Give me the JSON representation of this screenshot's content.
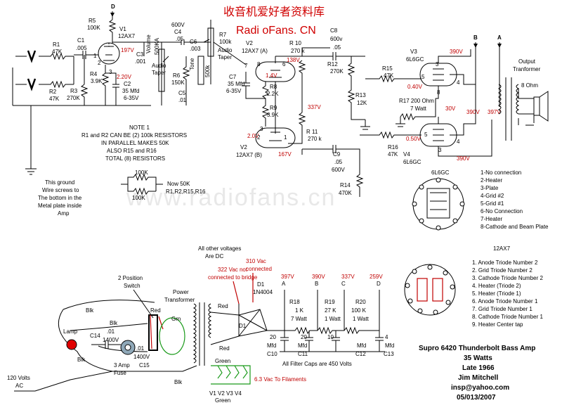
{
  "watermark": {
    "chinese": "收音机爱好者资料库",
    "site": "Radi oFans. CN",
    "url": "www.radiofans.cn"
  },
  "preamp": {
    "node_d": "D",
    "r5": [
      "R5",
      "100K"
    ],
    "v1": [
      "V1",
      "12AX7"
    ],
    "v1_voltage": "197V",
    "v1_pins": [
      "1",
      "2",
      "3"
    ],
    "c1": [
      "C1",
      ".005"
    ],
    "r1": [
      "R1",
      "47K"
    ],
    "r2": [
      "R2",
      "47K"
    ],
    "r3": [
      "R3",
      "270K"
    ],
    "r4": [
      "R4",
      "3.9K"
    ],
    "v1_cathode_v": "2.20V",
    "c2": [
      "C2",
      "35 Mfd",
      "6-35V"
    ],
    "c3": [
      "C3",
      ".001"
    ],
    "vol_pot": [
      "Volume",
      "500KA",
      "Audio",
      "Taper"
    ],
    "c4": [
      "600V",
      "C4",
      ".05"
    ],
    "r6": [
      "R6",
      "150K"
    ],
    "tone_pot": [
      "Tone",
      "500k"
    ],
    "c6": [
      "C6",
      ".003"
    ],
    "c5": [
      "C5",
      ".01"
    ],
    "r7": [
      "R7",
      "100k",
      "Audio",
      "Taper"
    ]
  },
  "phase_inverter": {
    "v2a": [
      "V2",
      "12AX7 (A)"
    ],
    "pins_a": [
      "7",
      "8",
      "6"
    ],
    "v2a_voltage": "1.4V",
    "v2a_plate_v": "138V",
    "c7": [
      "C7",
      "35 Mfd",
      "6-35V"
    ],
    "r8": [
      "R8",
      "2.2K"
    ],
    "r9": [
      "R9",
      "3.9K"
    ],
    "v2b_grid_v": "2.0V",
    "pins_b": [
      "3",
      "2",
      "1"
    ],
    "v2b": [
      "V2",
      "12AX7 (B)"
    ],
    "v2b_plate_v": "167V",
    "r10": [
      "R 10",
      "270 k"
    ],
    "node_337": "337V",
    "r11": [
      "R 11",
      "270 k"
    ],
    "c8": [
      "C8",
      "600v",
      ".05"
    ],
    "r12": [
      "R12",
      "270K"
    ],
    "r13": [
      "R13",
      "12K"
    ],
    "c9": [
      "C9",
      ".05",
      "600V"
    ],
    "r14": [
      "R14",
      "470K"
    ]
  },
  "output": {
    "node_b": "B",
    "node_a": "A",
    "v3": [
      "V3",
      "6L6GC"
    ],
    "v3_screen_v": "390V",
    "r15": [
      "R15",
      "47K"
    ],
    "v3_grid_v": "0.40V",
    "v3_pins": [
      "3",
      "5",
      "4",
      "8"
    ],
    "r17": [
      "R17 200 Ohm",
      "7 Watt"
    ],
    "cathode_v": "30V",
    "node_390": "390V",
    "node_397": "397V",
    "r16": [
      "R16",
      "47K"
    ],
    "v4_grid_v": "0.50V",
    "v4": [
      "V4",
      "6L6GC"
    ],
    "v4_pins": [
      "5",
      "3",
      "4"
    ],
    "v4_plate_v": "390V",
    "out_xfmr": [
      "Output",
      "Tranformer"
    ],
    "speaker": "8 Ohm"
  },
  "note": {
    "lines": [
      "NOTE 1",
      "R1 and R2   CAN BE (2) 100k RESISTORS",
      "IN PARALLEL MAKES 50K",
      "ALSO R15 and R16",
      "TOTAL (8) RESISTORS"
    ],
    "parallel_top": "100K",
    "parallel_bot": "100K",
    "now": "Now 50K",
    "list": "R1,R2,R15,R16"
  },
  "ground_note": [
    "This ground",
    "Wire screws to",
    "The bottom in the",
    "Metal plate inside",
    "Amp"
  ],
  "pinout_6l6": {
    "title": "6L6GC",
    "pins": [
      "1-No connection",
      "2-Heater",
      "3-Plate",
      "4-Grid #2",
      "5-Grid #1",
      "6-No Connection",
      "7-Heater",
      "8-Cathode and Beam Plate"
    ]
  },
  "pinout_12ax7": {
    "title": "12AX7",
    "pins": [
      "1. Anode Triode Number 2",
      "2. Grid Triode Number 2",
      "3. Cathode Triode Number 2",
      "4. Heater (Triode 2)",
      "5. Heater (Triode 1)",
      "6. Anode Triode Number 1",
      "7. Grid Triode Number 1",
      "8. Cathode Triode Number 1",
      "9. Heater Center tap"
    ]
  },
  "power_supply": {
    "dc_note": [
      "All other voltages",
      "Are DC"
    ],
    "vac322": [
      "322 Vac not",
      "connected to bridge"
    ],
    "vac310": [
      "310 Vac",
      "connected"
    ],
    "d1": [
      "D1",
      "1N4004"
    ],
    "d1_label": "D1",
    "red": "Red",
    "red2": "Red",
    "red3": "Red",
    "grn": "Grn",
    "power_xfmr": [
      "Power",
      "Transformer"
    ],
    "switch": [
      "2 Position",
      "Switch"
    ],
    "blk_labels": [
      "Blk",
      "Blk",
      "Blk",
      "Blk"
    ],
    "lamp": "Lamp",
    "c14": [
      "C14",
      ".01",
      "1400V"
    ],
    "c15": [
      ".01",
      "1400V",
      "C15"
    ],
    "fuse": [
      "3 Amp",
      "Fuse"
    ],
    "mains": [
      "120 Volts",
      "AC"
    ],
    "green": "Green",
    "green2": "Green",
    "filaments": "6.3 Vac To Filaments",
    "tubes": "V1 V2 V3 V4",
    "nodes": [
      "A",
      "B",
      "C",
      "D"
    ],
    "node_v": [
      "397V",
      "390V",
      "337V",
      "259V"
    ],
    "r18": [
      "R18",
      "1 K",
      "7 Watt"
    ],
    "r19": [
      "R19",
      "27 K",
      "1 Watt"
    ],
    "r20": [
      "R20",
      "100 K",
      "1 Watt"
    ],
    "caps": [
      [
        "20",
        "Mfd",
        "C10"
      ],
      [
        "20",
        "Mfd",
        "C11"
      ],
      [
        "10",
        "Mfd",
        "C12"
      ],
      [
        "4",
        "Mfd",
        "C13"
      ]
    ],
    "caps_note": "All Filter Caps are 450 Volts"
  },
  "title_block": [
    "Supro 6420 Thunderbolt Bass Amp",
    "35 Watts",
    "Late 1966",
    "Jim Mitchell",
    "insp@yahoo.com",
    "05/013/2007"
  ]
}
